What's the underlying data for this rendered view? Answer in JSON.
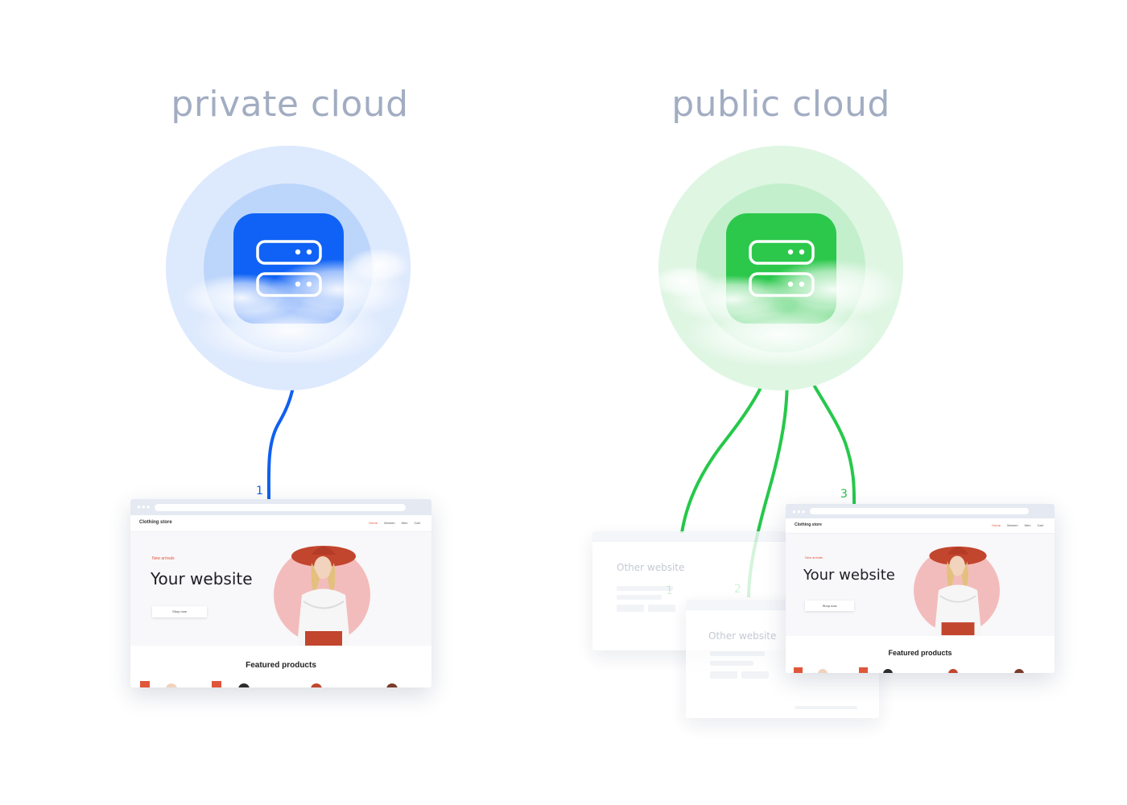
{
  "titles": {
    "private": "private cloud",
    "public": "public cloud"
  },
  "colors": {
    "private_accent": "#1060f0",
    "public_accent": "#26c84a",
    "title": "#a2adc2"
  },
  "icons": {
    "server": "server-icon"
  },
  "connections": {
    "private": [
      "1"
    ],
    "public": [
      "1",
      "2",
      "3"
    ]
  },
  "website": {
    "brand": "Clothing store",
    "nav": [
      "Home",
      "Women",
      "Men",
      "Cart"
    ],
    "new_arrivals": "New arrivals",
    "hero_title": "Your website",
    "shop_button": "Shop now",
    "featured": "Featured products"
  },
  "other_website": {
    "title": "Other website"
  }
}
